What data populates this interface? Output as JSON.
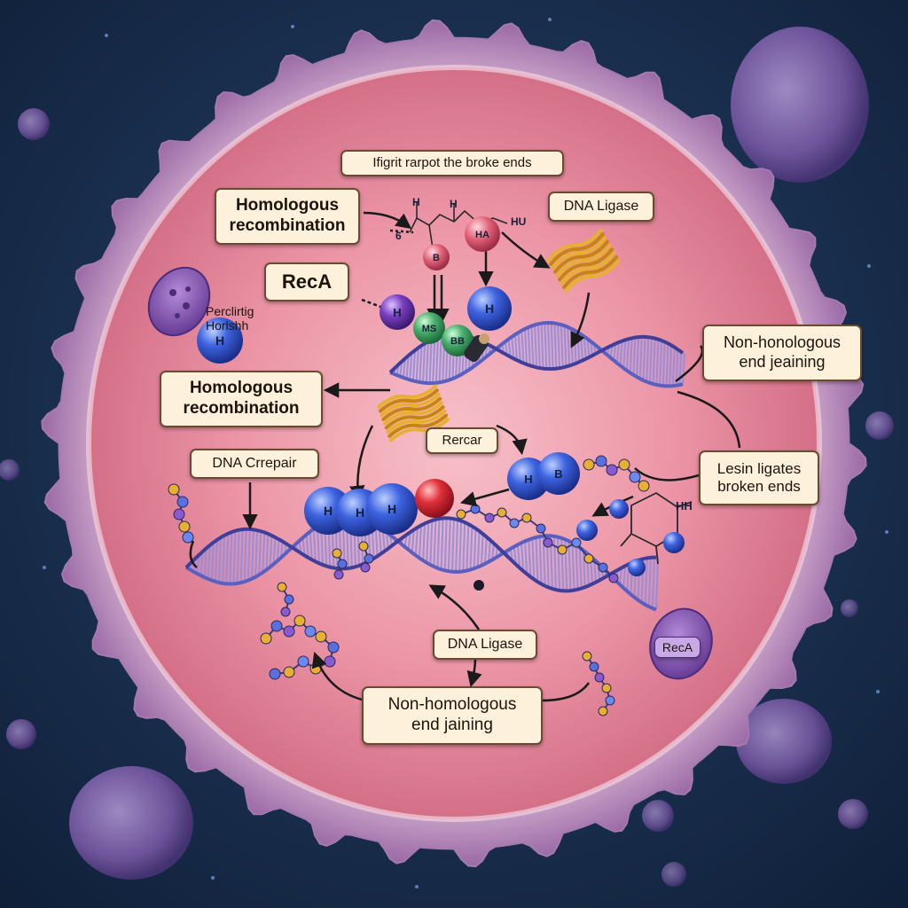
{
  "labels": {
    "top_caption": "Ifigrit rarpot the broke ends",
    "homologous_top": "Homologous\nrecombination",
    "dna_ligase_top": "DNA Ligase",
    "reca_left": "RecA",
    "protein_label": "Perclirtig\nHorlshh",
    "non_homologous_right": "Non-honologous\nend jeaining",
    "homologous_mid": "Homologous\nrecombination",
    "rercar": "Rercar",
    "dna_repair": "DNA Crrepair",
    "lesin_ligates": "Lesin ligates\nbroken ends",
    "dna_ligase_bottom": "DNA Ligase",
    "reca_right": "RecA",
    "non_homologous_bottom": "Non-homologous\nend jaining"
  },
  "nodes": {
    "h": "H",
    "b": "B",
    "ha": "HA",
    "ms": "MS",
    "bb": "BB",
    "hu": "HU",
    "h_small": "H",
    "hh": "HH",
    "six": "6"
  },
  "colors": {
    "cell_membrane": "#c98bb0",
    "cytoplasm": "#e9889a",
    "dna_strand": "#5a5fc0",
    "label_fill": "#fdf1dc",
    "label_border": "#6b4b2f",
    "protein_blue": "#3a5fd8",
    "protein_red": "#e0303a",
    "protein_purple": "#7a3fc2",
    "protein_green": "#4cb070",
    "ligase_orange": "#e0a020"
  }
}
